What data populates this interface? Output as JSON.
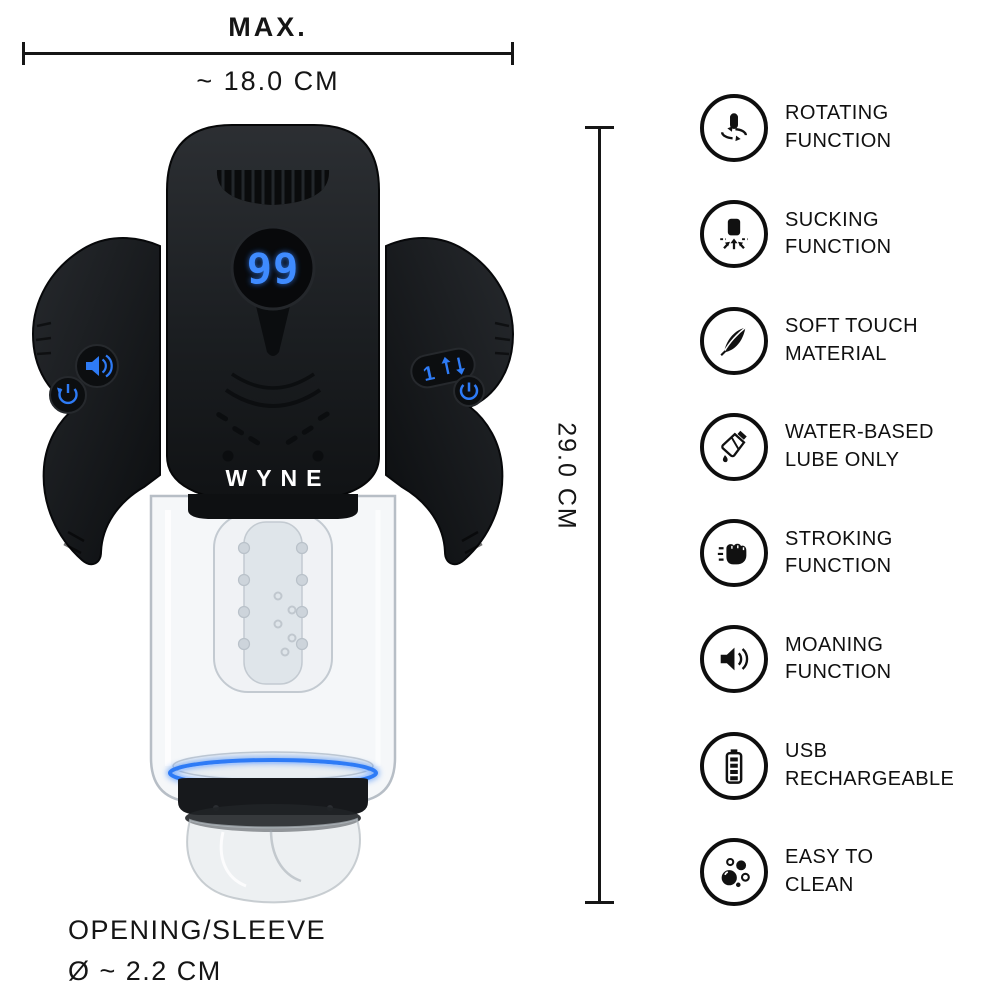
{
  "header": {
    "max_label": "MAX.",
    "width_value": "~ 18.0 CM"
  },
  "height_dim": {
    "value": "29.0 CM"
  },
  "opening": {
    "line1": "OPENING/SLEEVE",
    "line2": "Ø ~ 2.2 CM"
  },
  "product": {
    "brand": "WYNE",
    "display_value": "99",
    "speed_button_label": "1",
    "accent_color": "#2e7bf6",
    "body_color": "#17191c",
    "control_icons": [
      "sound-button-icon",
      "rotate-button-icon",
      "speed-arrows-icon",
      "power-icon"
    ]
  },
  "features": [
    {
      "icon": "rotating-icon",
      "lines": [
        "ROTATING",
        "FUNCTION"
      ]
    },
    {
      "icon": "sucking-icon",
      "lines": [
        "SUCKING",
        "FUNCTION"
      ]
    },
    {
      "icon": "feather-icon",
      "lines": [
        "SOFT TOUCH",
        "MATERIAL"
      ]
    },
    {
      "icon": "lube-tube-icon",
      "lines": [
        "WATER-BASED",
        "LUBE ONLY"
      ]
    },
    {
      "icon": "fist-icon",
      "lines": [
        "STROKING",
        "FUNCTION"
      ]
    },
    {
      "icon": "speaker-icon",
      "lines": [
        "MOANING",
        "FUNCTION"
      ]
    },
    {
      "icon": "battery-icon",
      "lines": [
        "USB",
        "RECHARGEABLE"
      ]
    },
    {
      "icon": "bubbles-icon",
      "lines": [
        "EASY TO",
        "CLEAN"
      ]
    }
  ]
}
